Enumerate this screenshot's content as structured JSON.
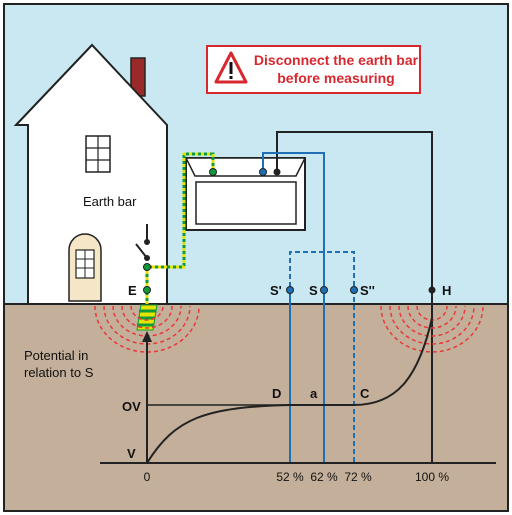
{
  "warning": {
    "icon": "warning-triangle-icon",
    "line1": "Disconnect the earth bar",
    "line2": "before measuring",
    "color": "#d7282f"
  },
  "labels": {
    "earth_bar": "Earth bar",
    "potential_line1": "Potential in",
    "potential_line2": "relation to S"
  },
  "electrodes": {
    "e": "E",
    "s_prime": "S'",
    "s": "S",
    "s_double": "S''",
    "h": "H"
  },
  "curve_points": {
    "d": "D",
    "a": "a",
    "c": "C"
  },
  "axis": {
    "ov": "OV",
    "v": "V",
    "zero": "0",
    "p52": "52 %",
    "p62": "62 %",
    "p72": "72 %",
    "p100": "100 %"
  },
  "colors": {
    "sky": "#c9e8f2",
    "ground": "#c4b09a",
    "probe_line": "#1f6fb5",
    "earth_wire": "#e4e400",
    "field_rings": "#e8393a",
    "dot_green": "#0f9b3a"
  }
}
